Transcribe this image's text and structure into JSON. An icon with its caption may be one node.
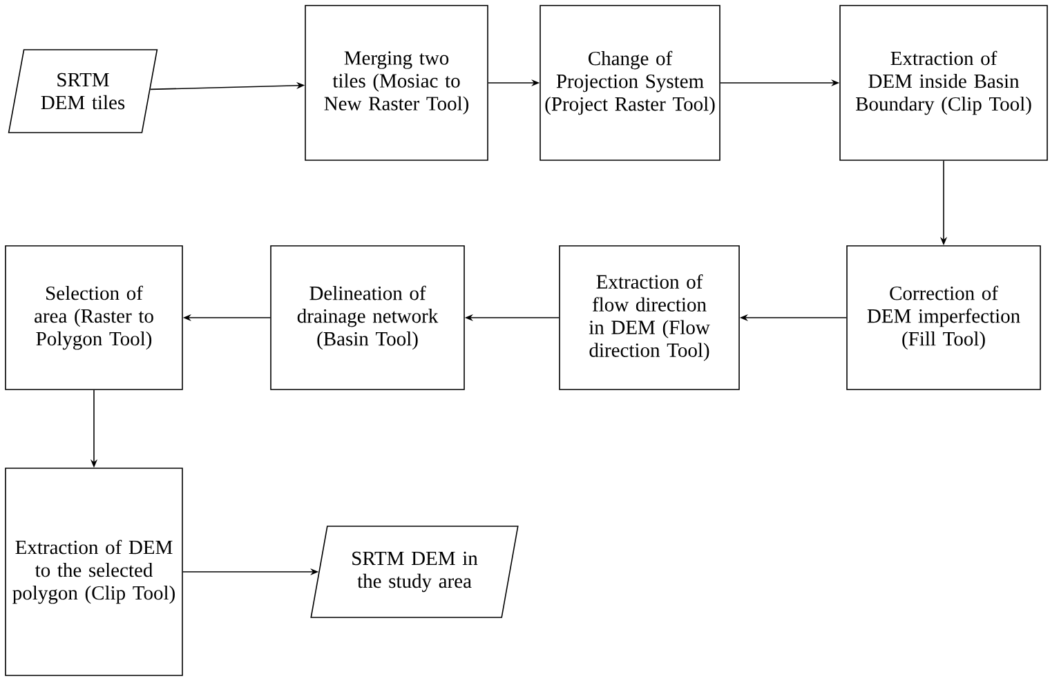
{
  "diagram": {
    "nodes": [
      {
        "text": [
          "SRTM DEM tiles"
        ]
      },
      {
        "text": [
          "Merging two tiles (Mosiac to New Raster Tool)"
        ]
      },
      {
        "text": [
          "Change of Projection System (Project Raster Tool)"
        ]
      },
      {
        "text": [
          "Extraction of DEM inside Basin Boundary (Clip Tool)"
        ]
      },
      {
        "text": [
          "Correction of DEM imperfection (Fill Tool)"
        ]
      },
      {
        "text": [
          "Extraction of flow direction in DEM (Flow direction Tool)"
        ]
      },
      {
        "text": [
          "Delineation of drainage network (Basin Tool)"
        ]
      },
      {
        "text": [
          "Selection of area (Raster to Polygon Tool)"
        ]
      },
      {
        "text": [
          "Extraction of DEM to the selected polygon (Clip Tool)"
        ]
      },
      {
        "text": [
          "SRTM DEM in the study area"
        ]
      }
    ],
    "edges": [
      {
        "from": 0,
        "to": 1,
        "arrow": "to"
      },
      {
        "from": 1,
        "to": 2,
        "arrow": "to"
      },
      {
        "from": 2,
        "to": 3,
        "arrow": "to"
      },
      {
        "from": 3,
        "to": 4,
        "arrow": "to"
      },
      {
        "from": 4,
        "to": 5,
        "arrow": "to"
      },
      {
        "from": 5,
        "to": 6,
        "arrow": "to"
      },
      {
        "from": 6,
        "to": 7,
        "arrow": "to"
      },
      {
        "from": 7,
        "to": 8,
        "arrow": "to"
      },
      {
        "from": 8,
        "to": 9,
        "arrow": "to"
      }
    ]
  }
}
